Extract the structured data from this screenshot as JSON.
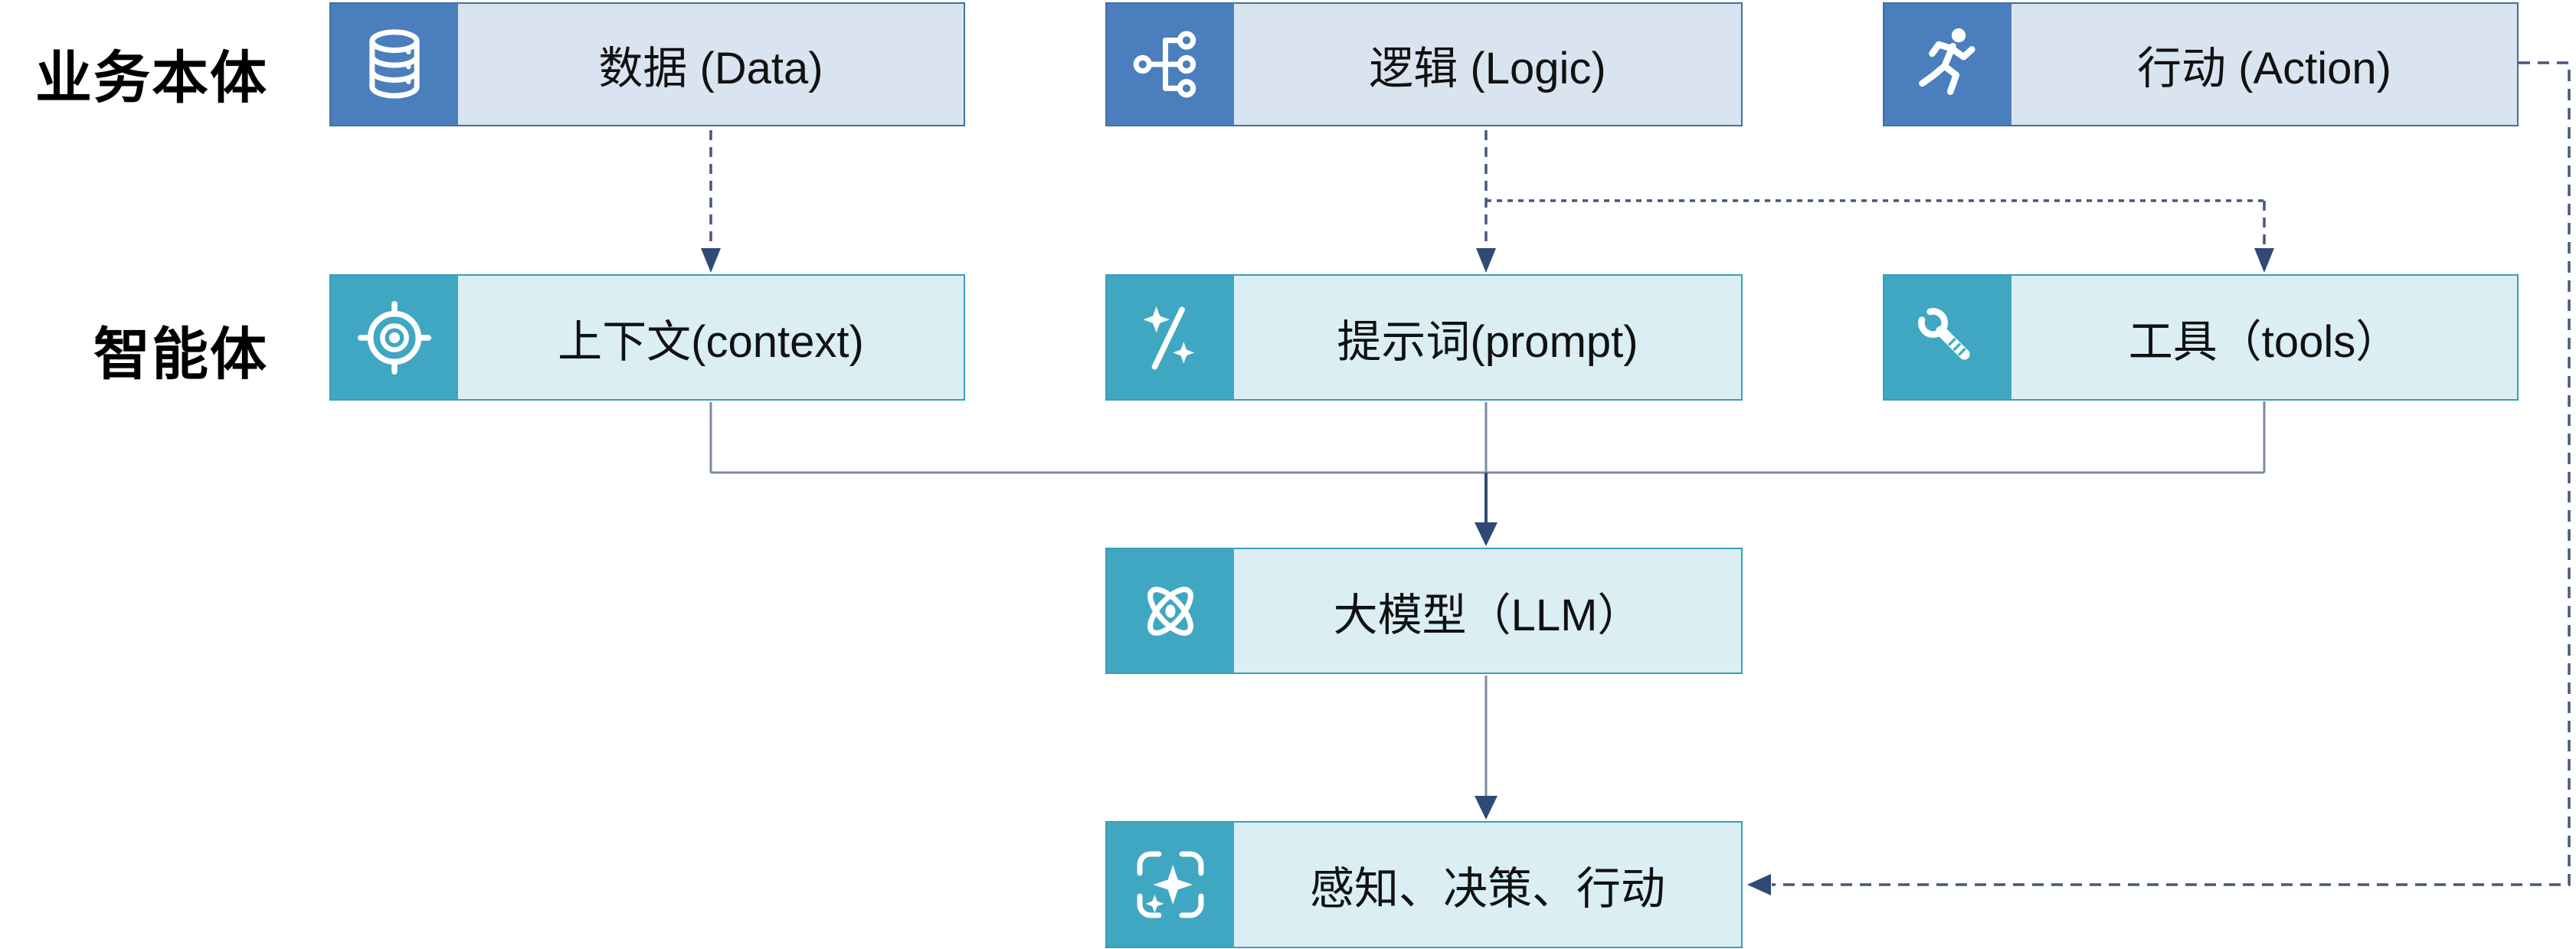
{
  "side_labels": {
    "business": "业务本体",
    "agent": "智能体"
  },
  "boxes": {
    "data": {
      "title": "数据 (Data)",
      "icon": "database-icon"
    },
    "logic": {
      "title": "逻辑 (Logic)",
      "icon": "flow-branch-icon"
    },
    "action": {
      "title": "行动 (Action)",
      "icon": "runner-icon"
    },
    "context": {
      "title": "上下文(context)",
      "icon": "target-icon"
    },
    "prompt": {
      "title": "提示词(prompt)",
      "icon": "magic-wand-icon"
    },
    "tools": {
      "title": "工具（tools）",
      "icon": "wrench-icon"
    },
    "llm": {
      "title": "大模型（LLM）",
      "icon": "atom-icon"
    },
    "outcome": {
      "title": "感知、决策、行动",
      "icon": "sparkle-frame-icon"
    }
  },
  "colors": {
    "accent_blue": "#4a7ebc",
    "accent_blue_light": "#dae3f0",
    "accent_blue_border": "#41719c",
    "teal": "#40a7c2",
    "teal_light": "#daeef4",
    "teal_border": "#3a9fb8",
    "connector": "#7d8ba0",
    "dashed_line": "#44597a",
    "arrowhead": "#2f4a74",
    "text": "#111111",
    "label_text": "#000000",
    "background": "#ffffff"
  }
}
